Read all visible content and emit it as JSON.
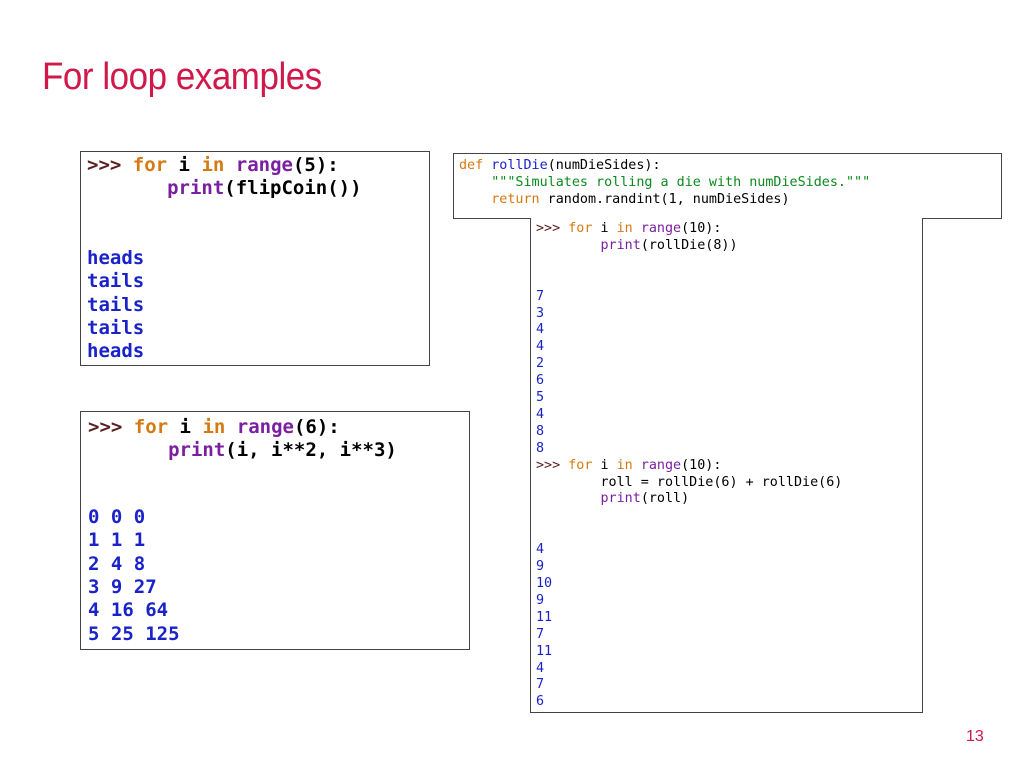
{
  "slide": {
    "title": "For loop examples",
    "page_number": "13"
  },
  "panel_flip": {
    "code": {
      "prompt": ">>>",
      "line1_kw": "for",
      "line1_var": " i ",
      "line1_in": "in",
      "line1_sp": " ",
      "line1_range": "range",
      "line1_args": "(5):",
      "line2_indent": "       ",
      "line2_print": "print",
      "line2_args": "(flipCoin())"
    },
    "output": [
      "heads",
      "tails",
      "tails",
      "tails",
      "heads"
    ]
  },
  "panel_powers": {
    "code": {
      "prompt": ">>>",
      "line1_kw": "for",
      "line1_var": " i ",
      "line1_in": "in",
      "line1_sp": " ",
      "line1_range": "range",
      "line1_args": "(6):",
      "line2_indent": "       ",
      "line2_print": "print",
      "line2_args": "(i, i**2, i**3)"
    },
    "output": [
      "0 0 0",
      "1 1 1",
      "2 4 8",
      "3 9 27",
      "4 16 64",
      "5 25 125"
    ]
  },
  "panel_def": {
    "def_kw": "def",
    "def_sp": " ",
    "def_name": "rollDie",
    "def_args": "(numDieSides):",
    "doc_indent": "    ",
    "docstring": "\"\"\"Simulates rolling a die with numDieSides.\"\"\"",
    "ret_indent": "    ",
    "return_kw": "return",
    "return_expr": " random.randint(1, numDieSides)"
  },
  "panel_roll": {
    "block1": {
      "prompt": ">>>",
      "line1_kw": "for",
      "line1_var": " i ",
      "line1_in": "in",
      "line1_sp": " ",
      "line1_range": "range",
      "line1_args": "(10):",
      "line2_indent": "        ",
      "line2_print": "print",
      "line2_args": "(rollDie(8))"
    },
    "output1": [
      "7",
      "3",
      "4",
      "4",
      "2",
      "6",
      "5",
      "4",
      "8",
      "8"
    ],
    "block2": {
      "prompt": ">>>",
      "line1_kw": "for",
      "line1_var": " i ",
      "line1_in": "in",
      "line1_sp": " ",
      "line1_range": "range",
      "line1_args": "(10):",
      "line2_indent": "        ",
      "line2_text": "roll = rollDie(6) + rollDie(6)",
      "line3_indent": "        ",
      "line3_print": "print",
      "line3_args": "(roll)"
    },
    "output2": [
      "4",
      "9",
      "10",
      "9",
      "11",
      "7",
      "11",
      "4",
      "7",
      "6"
    ]
  },
  "colors": {
    "title": "#d0184a",
    "keyword": "#d47a12",
    "builtin": "#7a1fa0",
    "string": "#0b8a1e",
    "function_name": "#1a23c8",
    "output": "#1a23c8"
  }
}
